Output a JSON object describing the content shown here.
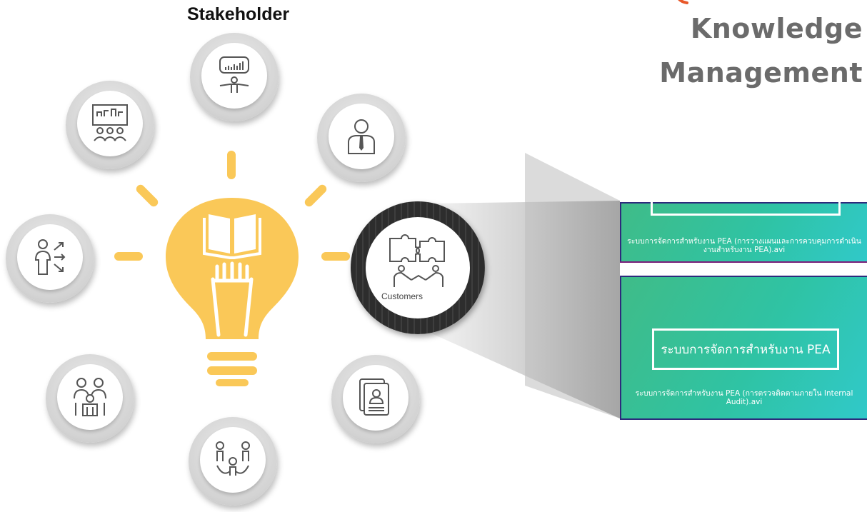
{
  "heading": {
    "stakeholder": "Stakeholder"
  },
  "brand": {
    "line1": "Knowledge",
    "line2": "Management",
    "text_color": "#6b6b6b",
    "logo_color": "#e8582a"
  },
  "nodes": [
    {
      "name": "presentation-icon",
      "label": ""
    },
    {
      "name": "employee-icon",
      "label": ""
    },
    {
      "name": "meeting-icon",
      "label": ""
    },
    {
      "name": "strategy-icon",
      "label": ""
    },
    {
      "name": "team-icon",
      "label": ""
    },
    {
      "name": "network-icon",
      "label": ""
    },
    {
      "name": "documents-icon",
      "label": ""
    }
  ],
  "customers": {
    "label": "Customers",
    "icon": "puzzle-handshake-icon"
  },
  "bulb": {
    "color": "#fac858",
    "icon": "book-icon"
  },
  "videos": [
    {
      "title": "ระบบการจัดการสำหรับงาน PEA",
      "caption": "ระบบการจัดการสำหรับงาน PEA (การวางแผนและการควบคุมการดำเนินงานสำหรับงาน PEA).avi"
    },
    {
      "title": "ระบบการจัดการสำหรับงาน PEA",
      "caption": "ระบบการจัดการสำหรับงาน PEA (การตรวจติดตามภายใน Internal Audit).avi"
    }
  ],
  "colors": {
    "video_gradient_start": "#3fbc88",
    "video_gradient_end": "#30c9c9",
    "frame": "#2c2a7c"
  }
}
